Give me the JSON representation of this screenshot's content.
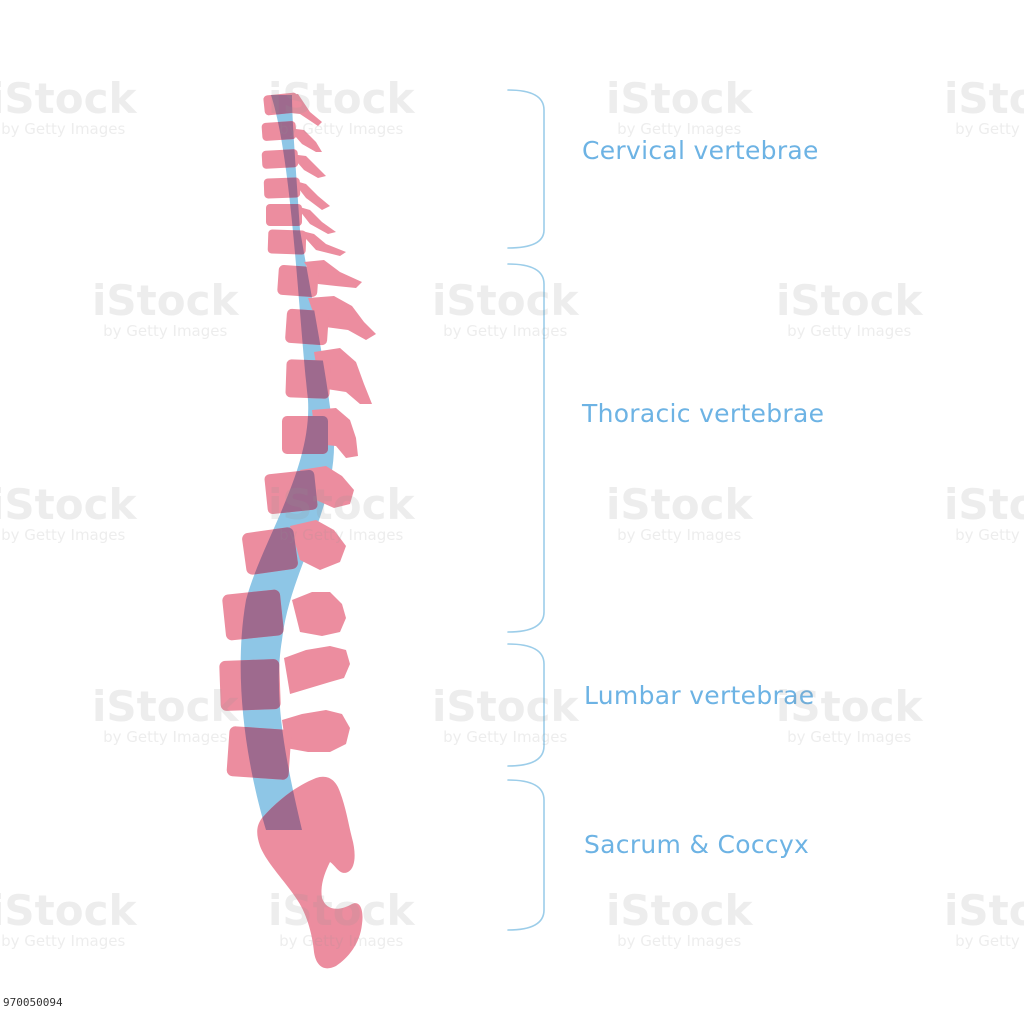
{
  "labels": {
    "cervical": "Cervical vertebrae",
    "thoracic": "Thoracic vertebrae",
    "lumbar": "Lumbar vertebrae",
    "sacrum": "Sacrum & Coccyx"
  },
  "watermark": {
    "logo": "iStock",
    "credit": "by Getty Images"
  },
  "stock_id": "970050094",
  "colors": {
    "bone": "#ec8d9f",
    "disc": "#8ec6e6",
    "overlap": "#9e6a8e",
    "bracket": "#9ccde9",
    "label": "#6db3e4"
  }
}
